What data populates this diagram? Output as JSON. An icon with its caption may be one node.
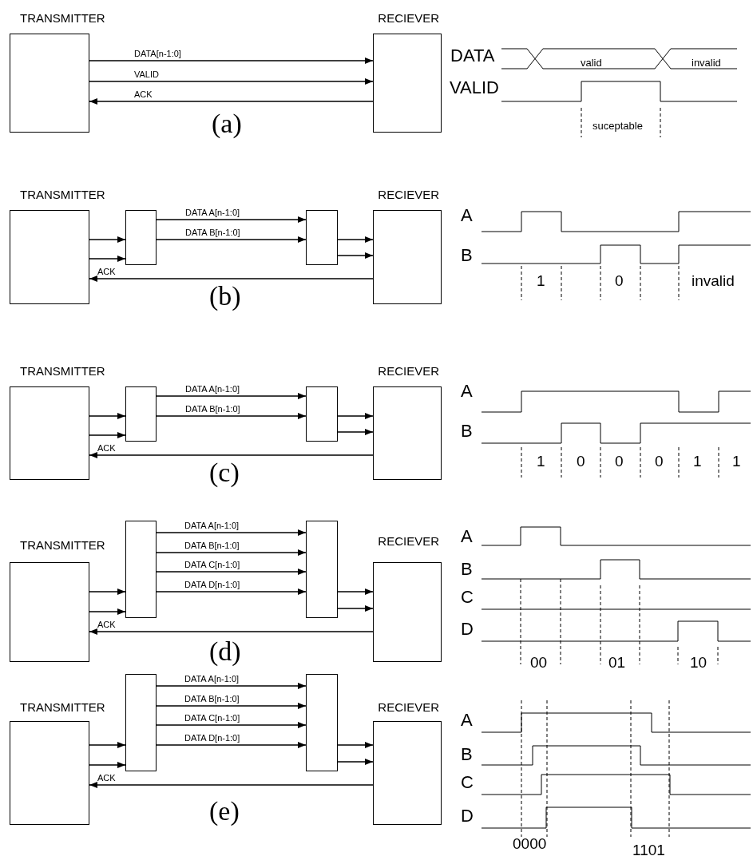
{
  "diagram": {
    "nodes": [
      {
        "text": [
          "TRANSMITTER"
        ]
      },
      {
        "text": [
          "RECIEVER"
        ]
      },
      {
        "text": [
          "TRANSMITTER"
        ]
      },
      {
        "text": [],
        "shape": "box"
      },
      {
        "text": [],
        "shape": "box"
      },
      {
        "text": [
          "RECIEVER"
        ]
      },
      {
        "text": [
          "TRANSMITTER"
        ]
      },
      {
        "text": [],
        "shape": "box"
      },
      {
        "text": [],
        "shape": "box"
      },
      {
        "text": [
          "RECIEVER"
        ]
      },
      {
        "text": [
          "TRANSMITTER"
        ]
      },
      {
        "text": [],
        "shape": "box"
      },
      {
        "text": [],
        "shape": "box"
      },
      {
        "text": [
          "RECIEVER"
        ]
      },
      {
        "text": [
          "TRANSMITTER"
        ]
      },
      {
        "text": [],
        "shape": "box"
      },
      {
        "text": [],
        "shape": "box"
      },
      {
        "text": [
          "RECIEVER"
        ]
      }
    ],
    "edges": [
      {
        "from": 0,
        "to": 1,
        "arrow": "to",
        "label": "DATA[n-1:0]"
      },
      {
        "from": 0,
        "to": 1,
        "arrow": "to",
        "label": "VALID"
      },
      {
        "from": 1,
        "to": 0,
        "arrow": "to",
        "label": "ACK"
      },
      {
        "from": 2,
        "to": 3,
        "arrow": "to"
      },
      {
        "from": 2,
        "to": 3,
        "arrow": "to"
      },
      {
        "from": 3,
        "to": 4,
        "arrow": "to",
        "label": "DATA A[n-1:0]"
      },
      {
        "from": 3,
        "to": 4,
        "arrow": "to",
        "label": "DATA B[n-1:0]"
      },
      {
        "from": 4,
        "to": 5,
        "arrow": "to"
      },
      {
        "from": 4,
        "to": 5,
        "arrow": "to"
      },
      {
        "from": 5,
        "to": 2,
        "arrow": "to",
        "label": "ACK"
      },
      {
        "from": 6,
        "to": 7,
        "arrow": "to"
      },
      {
        "from": 6,
        "to": 7,
        "arrow": "to"
      },
      {
        "from": 7,
        "to": 8,
        "arrow": "to",
        "label": "DATA A[n-1:0]"
      },
      {
        "from": 7,
        "to": 8,
        "arrow": "to",
        "label": "DATA B[n-1:0]"
      },
      {
        "from": 8,
        "to": 9,
        "arrow": "to"
      },
      {
        "from": 8,
        "to": 9,
        "arrow": "to"
      },
      {
        "from": 9,
        "to": 6,
        "arrow": "to",
        "label": "ACK"
      },
      {
        "from": 10,
        "to": 11,
        "arrow": "to"
      },
      {
        "from": 10,
        "to": 11,
        "arrow": "to"
      },
      {
        "from": 11,
        "to": 12,
        "arrow": "to",
        "label": "DATA A[n-1:0]"
      },
      {
        "from": 11,
        "to": 12,
        "arrow": "to",
        "label": "DATA B[n-1:0]"
      },
      {
        "from": 11,
        "to": 12,
        "arrow": "to",
        "label": "DATA C[n-1:0]"
      },
      {
        "from": 11,
        "to": 12,
        "arrow": "to",
        "label": "DATA D[n-1:0]"
      },
      {
        "from": 12,
        "to": 13,
        "arrow": "to"
      },
      {
        "from": 12,
        "to": 13,
        "arrow": "to"
      },
      {
        "from": 13,
        "to": 10,
        "arrow": "to",
        "label": "ACK"
      },
      {
        "from": 14,
        "to": 15,
        "arrow": "to"
      },
      {
        "from": 14,
        "to": 15,
        "arrow": "to"
      },
      {
        "from": 15,
        "to": 16,
        "arrow": "to",
        "label": "DATA A[n-1:0]"
      },
      {
        "from": 15,
        "to": 16,
        "arrow": "to",
        "label": "DATA B[n-1:0]"
      },
      {
        "from": 15,
        "to": 16,
        "arrow": "to",
        "label": "DATA C[n-1:0]"
      },
      {
        "from": 15,
        "to": 16,
        "arrow": "to",
        "label": "DATA D[n-1:0]"
      },
      {
        "from": 16,
        "to": 17,
        "arrow": "to"
      },
      {
        "from": 16,
        "to": 17,
        "arrow": "to"
      },
      {
        "from": 17,
        "to": 14,
        "arrow": "to",
        "label": "ACK"
      }
    ],
    "labels": [
      "DATA",
      "valid",
      "invalid",
      "VALID",
      "(a)",
      "suceptable",
      "A",
      "B",
      "(b)",
      "1",
      "0",
      "invalid",
      "A",
      "B",
      "(c)",
      "1",
      "0",
      "0",
      "0",
      "1",
      "1",
      "A",
      "B",
      "C",
      "D",
      "(d)",
      "00",
      "01",
      "10",
      "A",
      "B",
      "C",
      "D",
      "(e)",
      "0000",
      "1101"
    ]
  }
}
